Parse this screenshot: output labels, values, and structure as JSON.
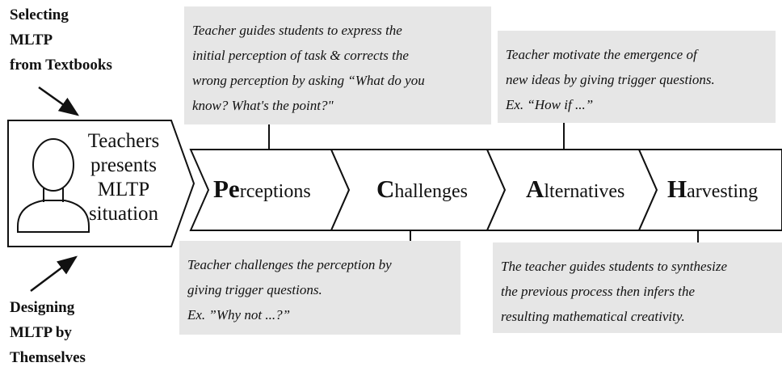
{
  "top_left_label": [
    "Selecting",
    "MLTP",
    "from Textbooks"
  ],
  "bottom_left_label": [
    "Designing",
    "MLTP by",
    "Themselves"
  ],
  "start_block": {
    "icon": "teacher-person-icon",
    "lines": [
      "Teachers",
      "presents",
      "MLTP",
      "situation"
    ]
  },
  "stages": [
    {
      "cap": "Pe",
      "rest": "rceptions"
    },
    {
      "cap": "C",
      "rest": "hallenges"
    },
    {
      "cap": "A",
      "rest": "lternatives"
    },
    {
      "cap": "H",
      "rest": "arvesting"
    }
  ],
  "notes": {
    "perceptions": [
      "Teacher guides students to express the",
      "initial perception of task & corrects the",
      "wrong perception by asking “What do you",
      "know? What's the point?\""
    ],
    "alternatives": [
      "Teacher motivate the emergence of",
      "new ideas by giving trigger questions.",
      "Ex. “How if ...”"
    ],
    "challenges": [
      "Teacher challenges the perception by",
      "giving trigger questions.",
      "Ex. ”Why not ...?”"
    ],
    "harvesting": [
      "The teacher guides students to synthesize",
      "the previous process then infers the",
      "resulting mathematical creativity."
    ]
  },
  "colors": {
    "box_fill": "#e6e6e6",
    "stroke": "#111111"
  }
}
